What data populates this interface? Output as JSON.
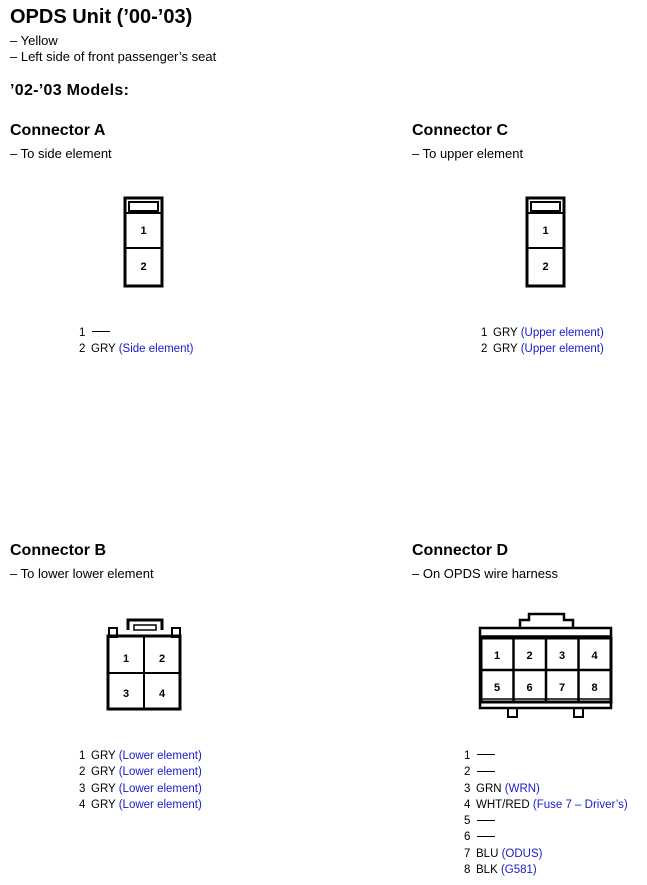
{
  "title": "OPDS Unit (’00-’03)",
  "notes": [
    "– Yellow",
    "– Left side of front passenger’s seat"
  ],
  "models_heading": "’02-’03 Models:",
  "connectors": {
    "a": {
      "title": "Connector A",
      "desc": "– To side element",
      "diagram_pins": [
        "1",
        "2"
      ],
      "pins": [
        {
          "num": "1",
          "wire": "",
          "ref": "",
          "empty": true
        },
        {
          "num": "2",
          "wire": "GRY",
          "ref": "(Side element)",
          "empty": false
        }
      ]
    },
    "c": {
      "title": "Connector C",
      "desc": "– To upper element",
      "diagram_pins": [
        "1",
        "2"
      ],
      "pins": [
        {
          "num": "1",
          "wire": "GRY",
          "ref": "(Upper element)",
          "empty": false
        },
        {
          "num": "2",
          "wire": "GRY",
          "ref": "(Upper element)",
          "empty": false
        }
      ]
    },
    "b": {
      "title": "Connector B",
      "desc": "– To lower lower element",
      "diagram_pins": [
        "1",
        "2",
        "3",
        "4"
      ],
      "pins": [
        {
          "num": "1",
          "wire": "GRY",
          "ref": "(Lower element)",
          "empty": false
        },
        {
          "num": "2",
          "wire": "GRY",
          "ref": "(Lower element)",
          "empty": false
        },
        {
          "num": "3",
          "wire": "GRY",
          "ref": "(Lower element)",
          "empty": false
        },
        {
          "num": "4",
          "wire": "GRY",
          "ref": "(Lower element)",
          "empty": false
        }
      ]
    },
    "d": {
      "title": "Connector D",
      "desc": "– On OPDS wire harness",
      "diagram_pins": [
        "1",
        "2",
        "3",
        "4",
        "5",
        "6",
        "7",
        "8"
      ],
      "pins": [
        {
          "num": "1",
          "wire": "",
          "ref": "",
          "empty": true
        },
        {
          "num": "2",
          "wire": "",
          "ref": "",
          "empty": true
        },
        {
          "num": "3",
          "wire": "GRN",
          "ref": "(WRN)",
          "empty": false
        },
        {
          "num": "4",
          "wire": "WHT/RED",
          "ref": "(Fuse 7 – Driver’s)",
          "empty": false
        },
        {
          "num": "5",
          "wire": "",
          "ref": "",
          "empty": true
        },
        {
          "num": "6",
          "wire": "",
          "ref": "",
          "empty": true
        },
        {
          "num": "7",
          "wire": "BLU",
          "ref": "(ODUS)",
          "empty": false
        },
        {
          "num": "8",
          "wire": "BLK",
          "ref": "(G581)",
          "empty": false
        }
      ]
    }
  }
}
